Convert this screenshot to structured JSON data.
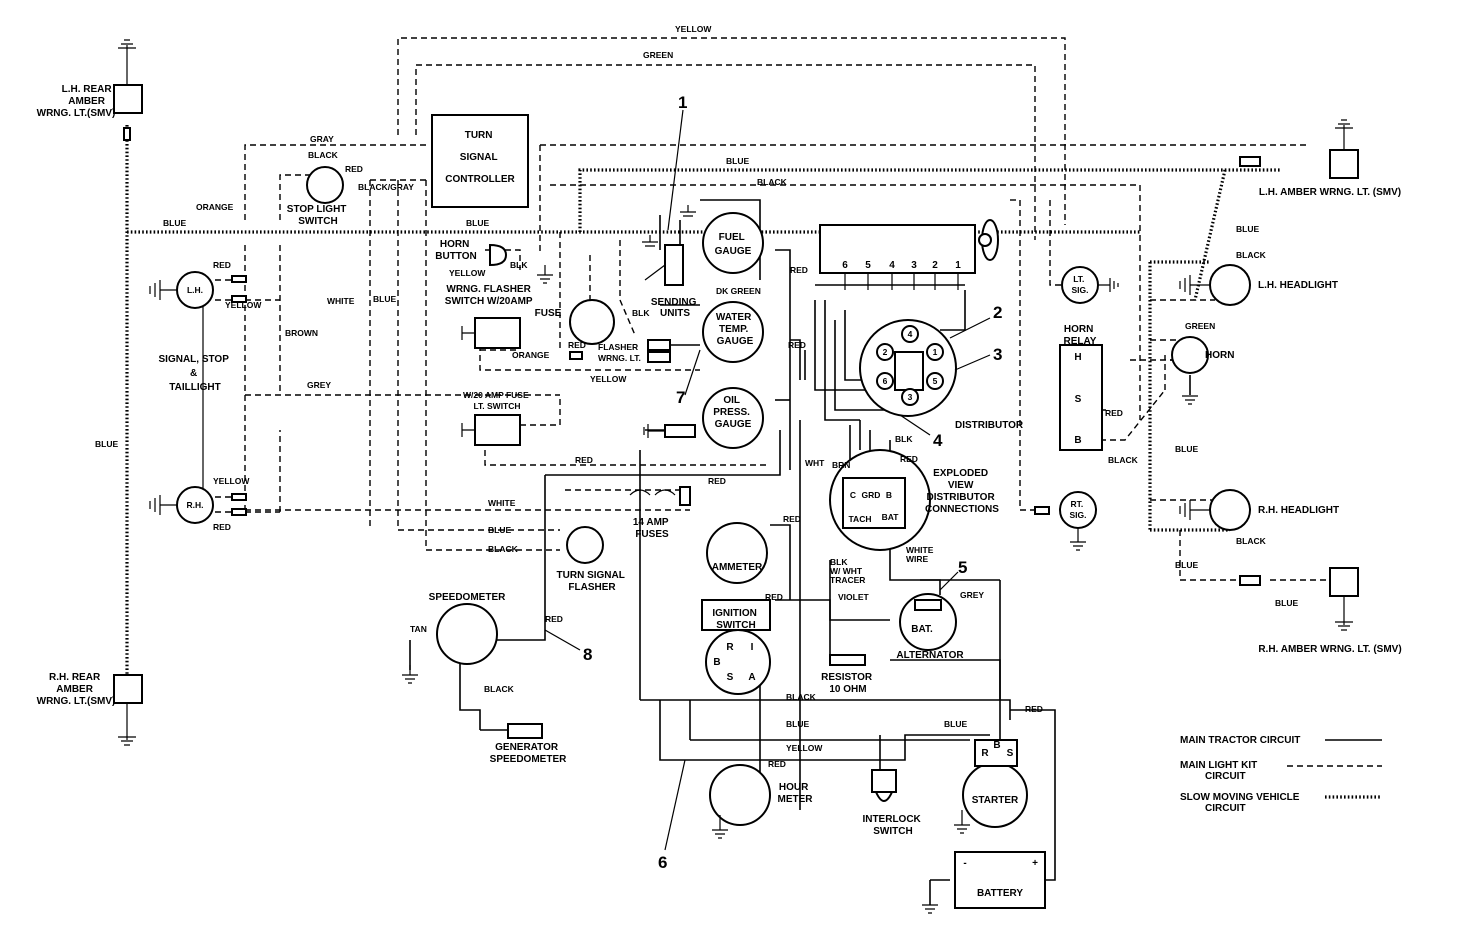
{
  "wires": {
    "yellow": "YELLOW",
    "green": "GREEN",
    "gray": "GRAY",
    "black": "BLACK",
    "orange": "ORANGE",
    "blue": "BLUE",
    "red": "RED",
    "black_gray": "BLACK/GRAY",
    "white": "WHITE",
    "brown": "BROWN",
    "grey": "GREY",
    "blk": "BLK",
    "dk_green": "DK GREEN",
    "wht": "WHT",
    "brn": "BRN",
    "violet": "VIOLET",
    "blk_wht_tracer": [
      "BLK",
      "W/ WHT",
      "TRACER"
    ],
    "white_wire": [
      "WHITE",
      "WIRE"
    ],
    "tan": "TAN"
  },
  "components": {
    "lh_rear_amber": [
      "L.H. REAR",
      "AMBER",
      "WRNG. LT.(SMV)"
    ],
    "rh_rear_amber": [
      "R.H. REAR",
      "AMBER",
      "WRNG. LT.(SMV)"
    ],
    "turn_signal_controller": [
      "TURN",
      "SIGNAL",
      "CONTROLLER"
    ],
    "stop_light_switch": [
      "STOP LIGHT",
      "SWITCH"
    ],
    "horn_button": [
      "HORN",
      "BUTTON"
    ],
    "flasher_switch": [
      "WRNG. FLASHER",
      "SWITCH W/20AMP",
      "FUSE"
    ],
    "lt_switch": [
      "W/20 AMP FUSE",
      "LT. SWITCH"
    ],
    "signal_stop_taillight": [
      "SIGNAL, STOP",
      "&",
      "TAILLIGHT"
    ],
    "lh": "L.H.",
    "rh": "R.H.",
    "fuel_gauge": [
      "FUEL",
      "GAUGE"
    ],
    "water_temp_gauge": [
      "WATER",
      "TEMP.",
      "GAUGE"
    ],
    "oil_press_gauge": [
      "OIL",
      "PRESS.",
      "GAUGE"
    ],
    "sending_units": [
      "SENDING",
      "UNITS"
    ],
    "flasher_wrng": [
      "FLASHER",
      "WRNG. LT."
    ],
    "distributor": "DISTRIBUTOR",
    "exploded_view": [
      "EXPLODED",
      "VIEW",
      "DISTRIBUTOR",
      "CONNECTIONS"
    ],
    "dist_terms": [
      "C",
      "GRD",
      "B",
      "TACH",
      "BAT"
    ],
    "dist_cap_numbers": [
      "6",
      "5",
      "4",
      "3",
      "2",
      "1"
    ],
    "cap_ring_numbers": [
      "4",
      "2",
      "1",
      "6",
      "5",
      "3"
    ],
    "lt_sig": [
      "LT.",
      "SIG."
    ],
    "rt_sig": [
      "RT.",
      "SIG."
    ],
    "horn_relay": [
      "HORN",
      "RELAY"
    ],
    "relay_terms": [
      "H",
      "S",
      "B"
    ],
    "horn": "HORN",
    "lh_headlight": "L.H. HEADLIGHT",
    "rh_headlight": "R.H. HEADLIGHT",
    "lh_amber": "L.H. AMBER WRNG. LT. (SMV)",
    "rh_amber": "R.H. AMBER WRNG. LT. (SMV)",
    "fuses_14amp": [
      "14 AMP",
      "FUSES"
    ],
    "turn_signal_flasher": [
      "TURN SIGNAL",
      "FLASHER"
    ],
    "ammeter": "AMMETER",
    "ignition_switch": [
      "IGNITION",
      "SWITCH"
    ],
    "ign_terms": [
      "R",
      "I",
      "B",
      "S",
      "A"
    ],
    "speedometer": "SPEEDOMETER",
    "generator_speedometer": [
      "GENERATOR",
      "SPEEDOMETER"
    ],
    "resistor": [
      "RESISTOR",
      "10 OHM"
    ],
    "alternator": "ALTERNATOR",
    "bat": "BAT.",
    "hour_meter": [
      "HOUR",
      "METER"
    ],
    "interlock_switch": [
      "INTERLOCK",
      "SWITCH"
    ],
    "starter": "STARTER",
    "starter_terms": [
      "R",
      "B",
      "S"
    ],
    "battery": "BATTERY",
    "battery_terms": [
      "-",
      "+"
    ],
    "callouts": [
      "1",
      "2",
      "3",
      "4",
      "5",
      "6",
      "7",
      "8"
    ]
  },
  "legend": {
    "main_tractor": "MAIN TRACTOR CIRCUIT",
    "main_light_kit": [
      "MAIN LIGHT KIT",
      "CIRCUIT"
    ],
    "smv": [
      "SLOW MOVING VEHICLE",
      "CIRCUIT"
    ]
  }
}
